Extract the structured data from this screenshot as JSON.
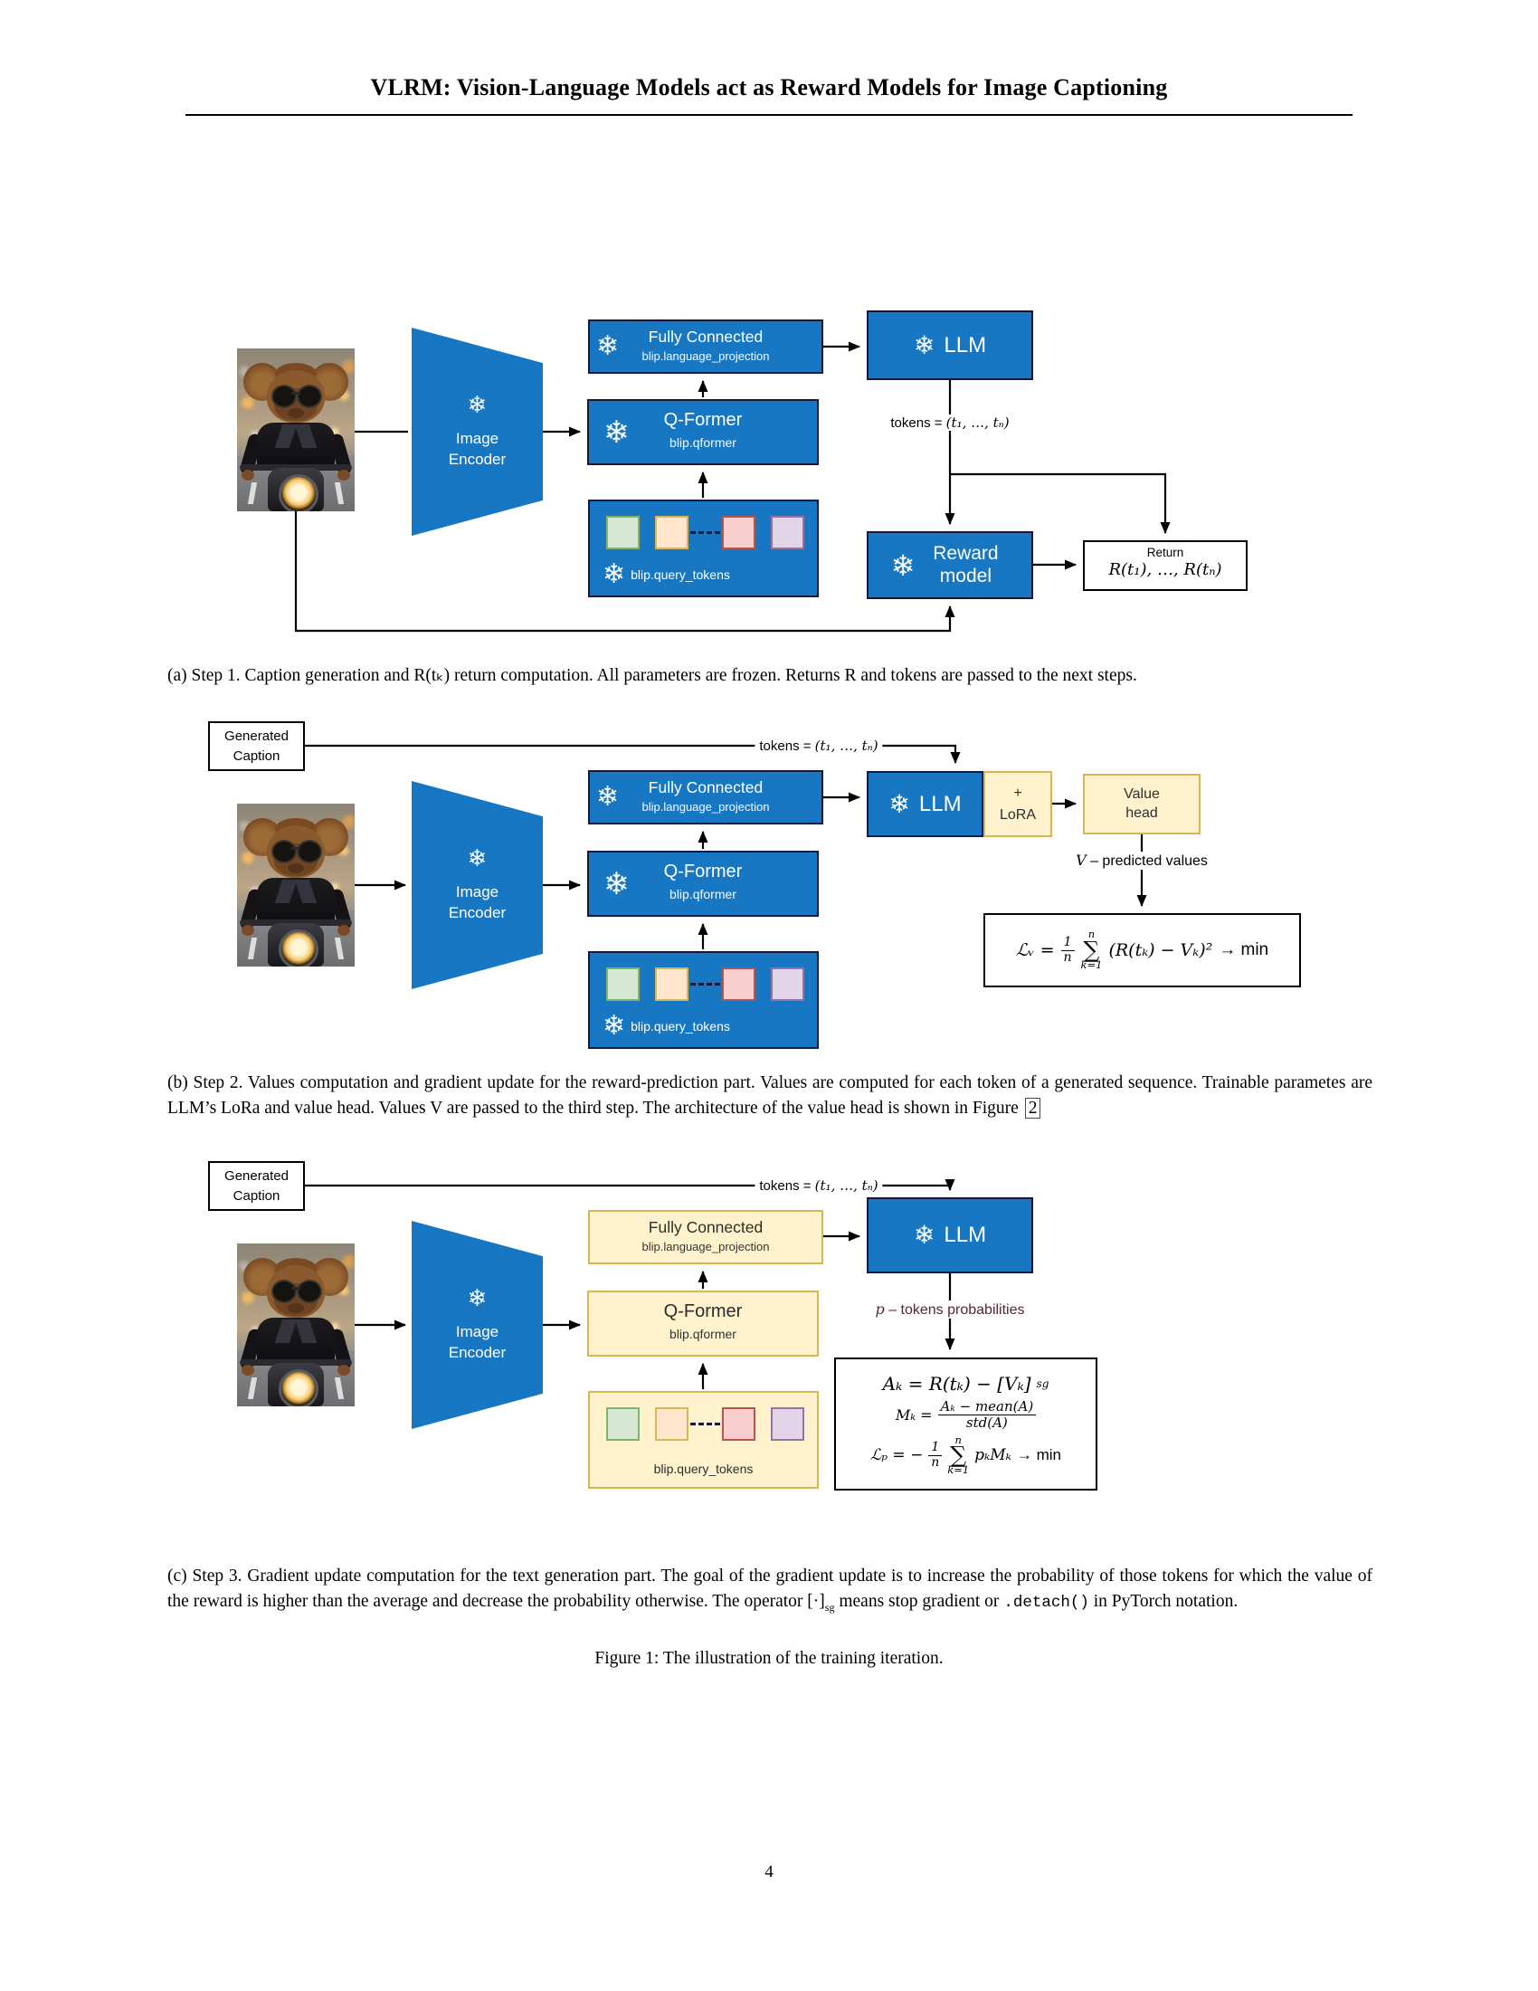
{
  "page": {
    "header_title": "VLRM: Vision-Language Models act as Reward Models for Image Captioning",
    "figure_caption": "Figure 1: The illustration of the training iteration.",
    "page_number": "4"
  },
  "labels": {
    "snowflake_icon": "❄",
    "image_encoder": "Image Encoder",
    "fully_connected_title": "Fully Connected",
    "fully_connected_subtitle": "blip.language_projection",
    "qformer_title": "Q-Former",
    "qformer_subtitle": "blip.qformer",
    "query_tokens": "blip.query_tokens",
    "llm": "LLM",
    "generated_caption": "Generated Caption",
    "tokens_prefix": "tokens = ",
    "tokens_math": "(t₁, …, tₙ)"
  },
  "diagram_a": {
    "reward_model": "Reward model",
    "return_title": "Return",
    "return_formula": "R(t₁), …, R(tₙ)",
    "caption": "(a) Step 1. Caption generation and R(tₖ) return computation. All parameters are frozen. Returns R and tokens are passed to the next steps."
  },
  "diagram_b": {
    "lora_plus": "+",
    "lora": "LoRA",
    "value_head": "Value head",
    "v_label_math": "V",
    "v_label_text": " – predicted values",
    "loss": {
      "lhs": "ℒᵥ =",
      "frac_top": "1",
      "frac_bottom": "n",
      "sum_top": "n",
      "sigma": "∑",
      "sum_bottom": "k=1",
      "body": "(R(tₖ) − Vₖ)²",
      "tail": "→ min"
    },
    "caption_text": "(b) Step 2. Values computation and gradient update for the reward-prediction part. Values are computed for each token of a generated sequence. Trainable parametes are LLM’s LoRa and value head. Values V are passed to the third step. The architecture of the value head is shown in Figure ",
    "caption_link": "2"
  },
  "diagram_c": {
    "p_label_math": "p",
    "p_label_text": " – tokens probabilities",
    "f1_main": "Aₖ = R(tₖ) − [Vₖ]",
    "f1_sub": "sg",
    "f2_lhs": "Mₖ =",
    "f2_top": "Aₖ − mean(A)",
    "f2_bottom": "std(A)",
    "f3_lhs": "ℒₚ = −",
    "f3_frac_top": "1",
    "f3_frac_bottom": "n",
    "f3_sum_top": "n",
    "f3_sigma": "∑",
    "f3_sum_bottom": "k=1",
    "f3_body": "pₖMₖ",
    "f3_tail": "→ min",
    "caption_p1": "(c) Step 3. Gradient update computation for the text generation part. The goal of the gradient update is to increase the probability of those tokens for which the value of the reward is higher than the average and decrease the probability otherwise. The operator [·]",
    "caption_sub": "sg",
    "caption_p2": " means stop gradient or ",
    "caption_code": ".detach()",
    "caption_p3": " in PyTorch notation."
  },
  "colors": {
    "frozen_blue": "#1877C2",
    "trainable_yellow": "#FFF2CC",
    "yellow_border": "#D6B656",
    "p_label_color": "#5A2430",
    "link_red": "#EE0000"
  }
}
